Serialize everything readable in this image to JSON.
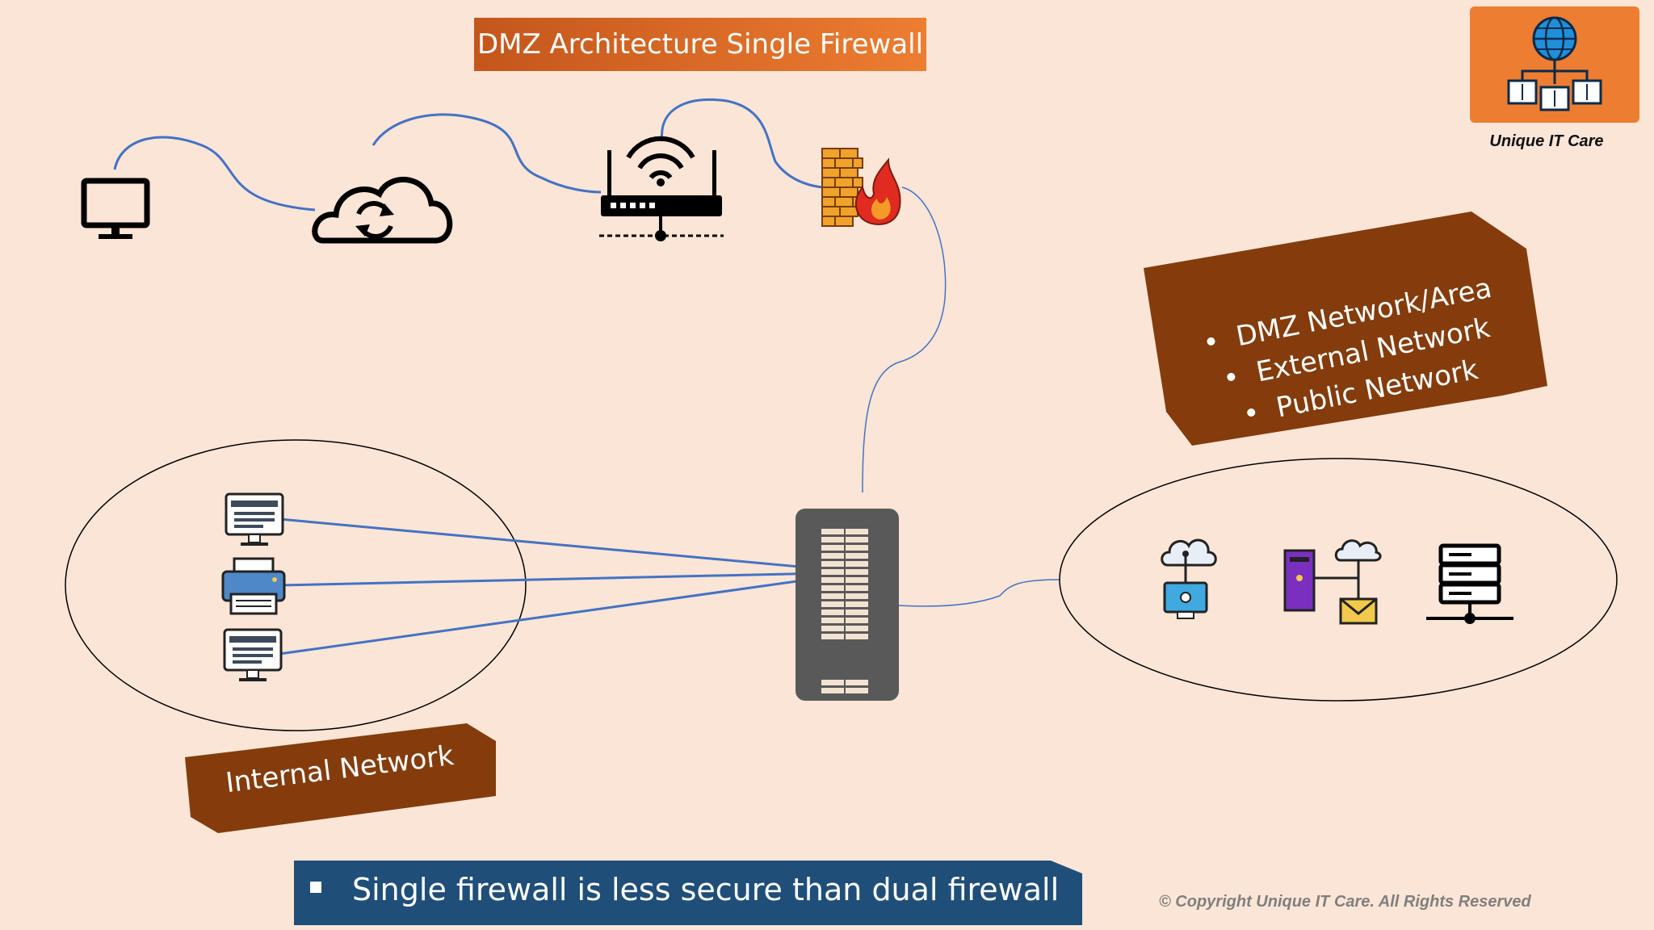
{
  "title": "DMZ Architecture Single Firewall",
  "logo": {
    "caption": "Unique IT Care",
    "icon": "globe-network-icon"
  },
  "internet_path": {
    "nodes": [
      "monitor-icon",
      "cloud-sync-icon",
      "wifi-router-icon",
      "firewall-icon"
    ]
  },
  "internal_network": {
    "label": "Internal Network",
    "devices": [
      "computer-icon",
      "printer-icon",
      "computer-icon"
    ]
  },
  "dmz_network": {
    "items": [
      "DMZ Network/Area",
      "External Network",
      "Public Network"
    ],
    "devices": [
      "cloud-computer-icon",
      "mail-server-icon",
      "server-rack-icon"
    ]
  },
  "switch": {
    "icon": "network-switch-icon"
  },
  "note": "Single firewall is less secure than dual firewall",
  "copyright": "© Copyright Unique IT Care. All Rights Reserved",
  "colors": {
    "background": "#fbe5d6",
    "accent_orange": "#ed7d31",
    "label_brown": "#843c0c",
    "banner_blue": "#1f4e79",
    "link_blue": "#4472c4"
  }
}
